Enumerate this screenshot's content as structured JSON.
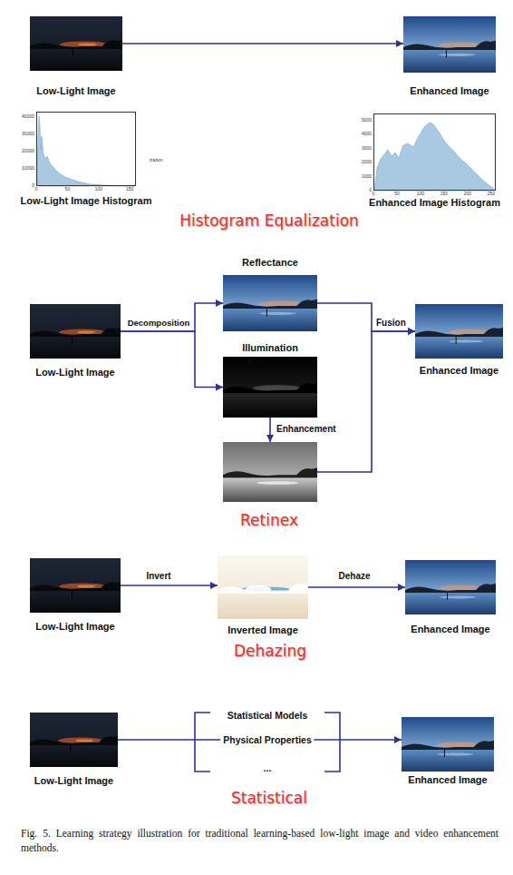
{
  "diagram": {
    "caption": "Fig. 5. Learning strategy illustration for traditional learning-based low-light image and video enhancement methods.",
    "nodes": [
      {
        "text": [
          "Low-Light Image"
        ]
      },
      {
        "text": [
          "Enhanced Image"
        ]
      },
      {
        "text": [
          "Low-Light Image Histogram"
        ]
      },
      {
        "text": [
          "Enhanced Image Histogram"
        ]
      },
      {
        "text": [
          "Low-Light Image"
        ]
      },
      {
        "text": [
          "Reflectance"
        ]
      },
      {
        "text": [
          "Illumination"
        ]
      },
      {
        "text": []
      },
      {
        "text": [
          "Enhanced Image"
        ]
      },
      {
        "text": [
          "Low-Light Image"
        ]
      },
      {
        "text": [
          "Inverted Image"
        ]
      },
      {
        "text": [
          "Enhanced Image"
        ]
      },
      {
        "text": [
          "Low-Light Image"
        ]
      },
      {
        "text": [
          "Enhanced Image"
        ]
      }
    ],
    "edges": [
      {
        "from": 0,
        "to": 1,
        "arrow": "to"
      },
      {
        "from": 4,
        "to": 5,
        "label": "Decomposition",
        "arrow": "to"
      },
      {
        "from": 4,
        "to": 6,
        "arrow": "to"
      },
      {
        "from": 6,
        "to": 7,
        "label": "Enhancement",
        "arrow": "to"
      },
      {
        "from": 5,
        "to": 8,
        "label": "Fusion",
        "arrow": "to"
      },
      {
        "from": 7,
        "to": 8,
        "arrow": "to"
      },
      {
        "from": 9,
        "to": 10,
        "label": "Invert",
        "arrow": "to"
      },
      {
        "from": 10,
        "to": 11,
        "label": "Dehaze",
        "arrow": "to"
      },
      {
        "from": 12,
        "to": 13,
        "arrow": "to"
      }
    ],
    "labels": [
      "40000",
      "30000",
      "20000",
      "10000",
      "0",
      "0",
      "50",
      "100",
      "150",
      "ization",
      "5000",
      "4000",
      "3000",
      "2000",
      "1000",
      "0",
      "0",
      "50",
      "100",
      "150",
      "200",
      "250",
      "Histogram Equalization",
      "Retinex",
      "Dehazing",
      "Statistical Models",
      "Physical Properties",
      "...",
      "Statistical"
    ]
  }
}
